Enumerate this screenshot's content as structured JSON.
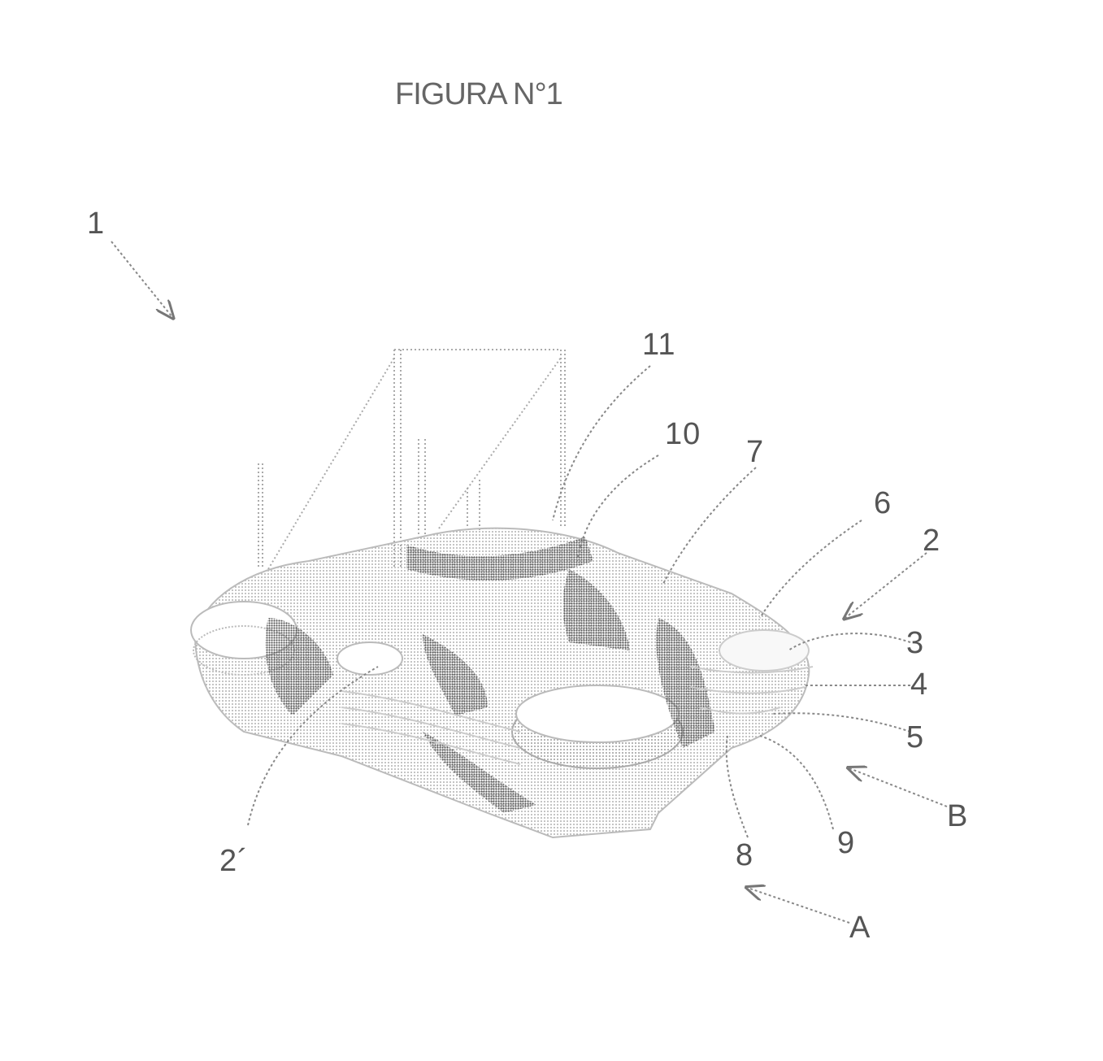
{
  "title": "FIGURA N°1",
  "labels": {
    "l1": "1",
    "l11": "11",
    "l10": "10",
    "l7": "7",
    "l6": "6",
    "l2": "2",
    "l3": "3",
    "l4": "4",
    "l5": "5",
    "lB": "B",
    "l9": "9",
    "l8": "8",
    "lA": "A",
    "l2p": "2´"
  }
}
